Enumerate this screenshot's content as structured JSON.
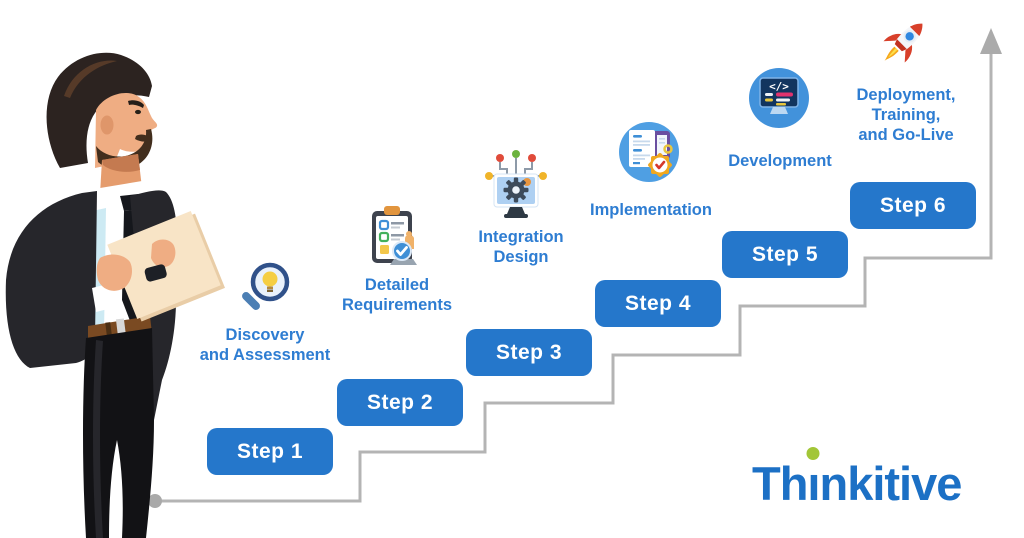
{
  "colors": {
    "step_button": "#2577cb",
    "step_label": "#2e7dd2",
    "line": "#b4b4b4",
    "logo_blue": "#1c70c5",
    "logo_green": "#a2c637"
  },
  "steps": [
    {
      "button_label": "Step 1",
      "label": "Discovery\nand Assessment",
      "icon": "magnifier-lightbulb"
    },
    {
      "button_label": "Step 2",
      "label": "Detailed\nRequirements",
      "icon": "clipboard-checklist"
    },
    {
      "button_label": "Step 3",
      "label": "Integration\nDesign",
      "icon": "monitor-gear-network"
    },
    {
      "button_label": "Step 4",
      "label": "Implementation",
      "icon": "documents-badge"
    },
    {
      "button_label": "Step 5",
      "label": "Development",
      "icon": "code-monitor"
    },
    {
      "button_label": "Step 6",
      "label": "Deployment,\nTraining,\nand Go-Live",
      "icon": "rocket"
    }
  ],
  "icons": {
    "code_glyph": "</>"
  },
  "logo": {
    "text": "Thinkitive",
    "prefix": "Th",
    "dotless_i": "ı",
    "suffix": "nkitive"
  }
}
